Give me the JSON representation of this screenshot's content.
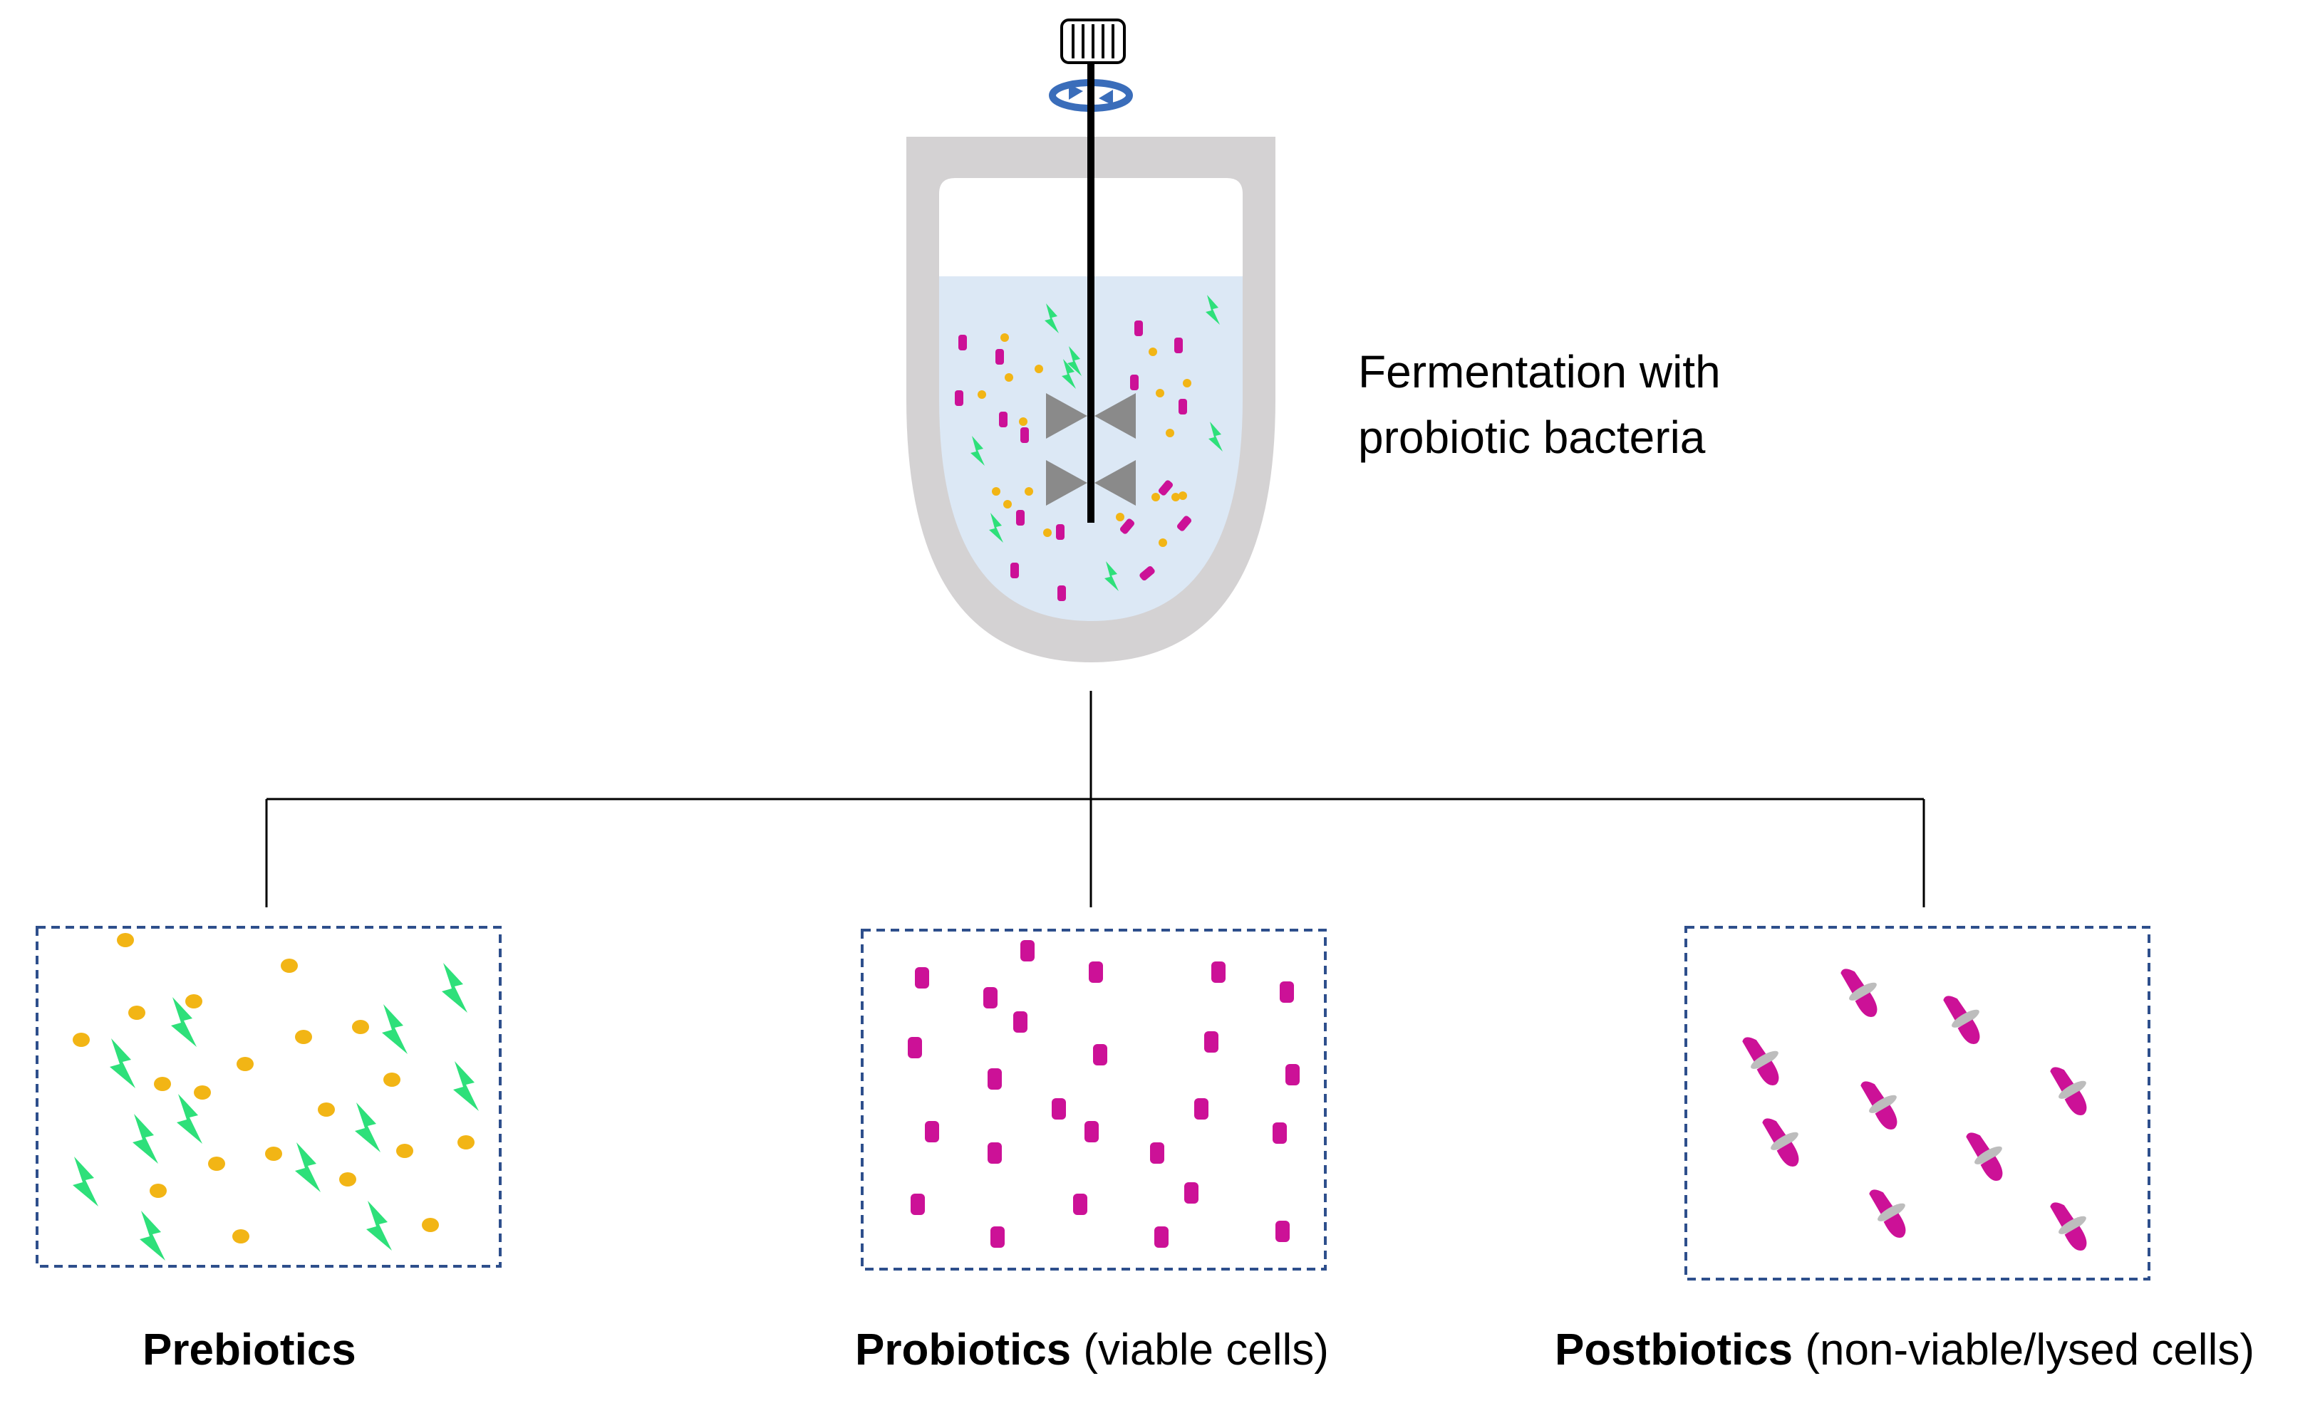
{
  "fermenter": {
    "caption_line1": "Fermentation with",
    "caption_line2": "probiotic bacteria"
  },
  "panels": {
    "prebiotics": {
      "title": "Prebiotics",
      "note": ""
    },
    "probiotics": {
      "title": "Probiotics",
      "note": " (viable cells)"
    },
    "postbiotics": {
      "title": "Postbiotics",
      "note": " (non-viable/lysed cells)"
    }
  },
  "colors": {
    "prebiotic_dot": "#F2B515",
    "prebiotic_bolt": "#2EE07A",
    "probiotic_cell": "#CC1197",
    "lysed_fragment": "#BDBDBD",
    "vessel_wall": "#D4D2D3",
    "liquid": "#DCE8F5",
    "box_border": "#2E4F8C",
    "rotation_arrow": "#3A6DBA"
  }
}
